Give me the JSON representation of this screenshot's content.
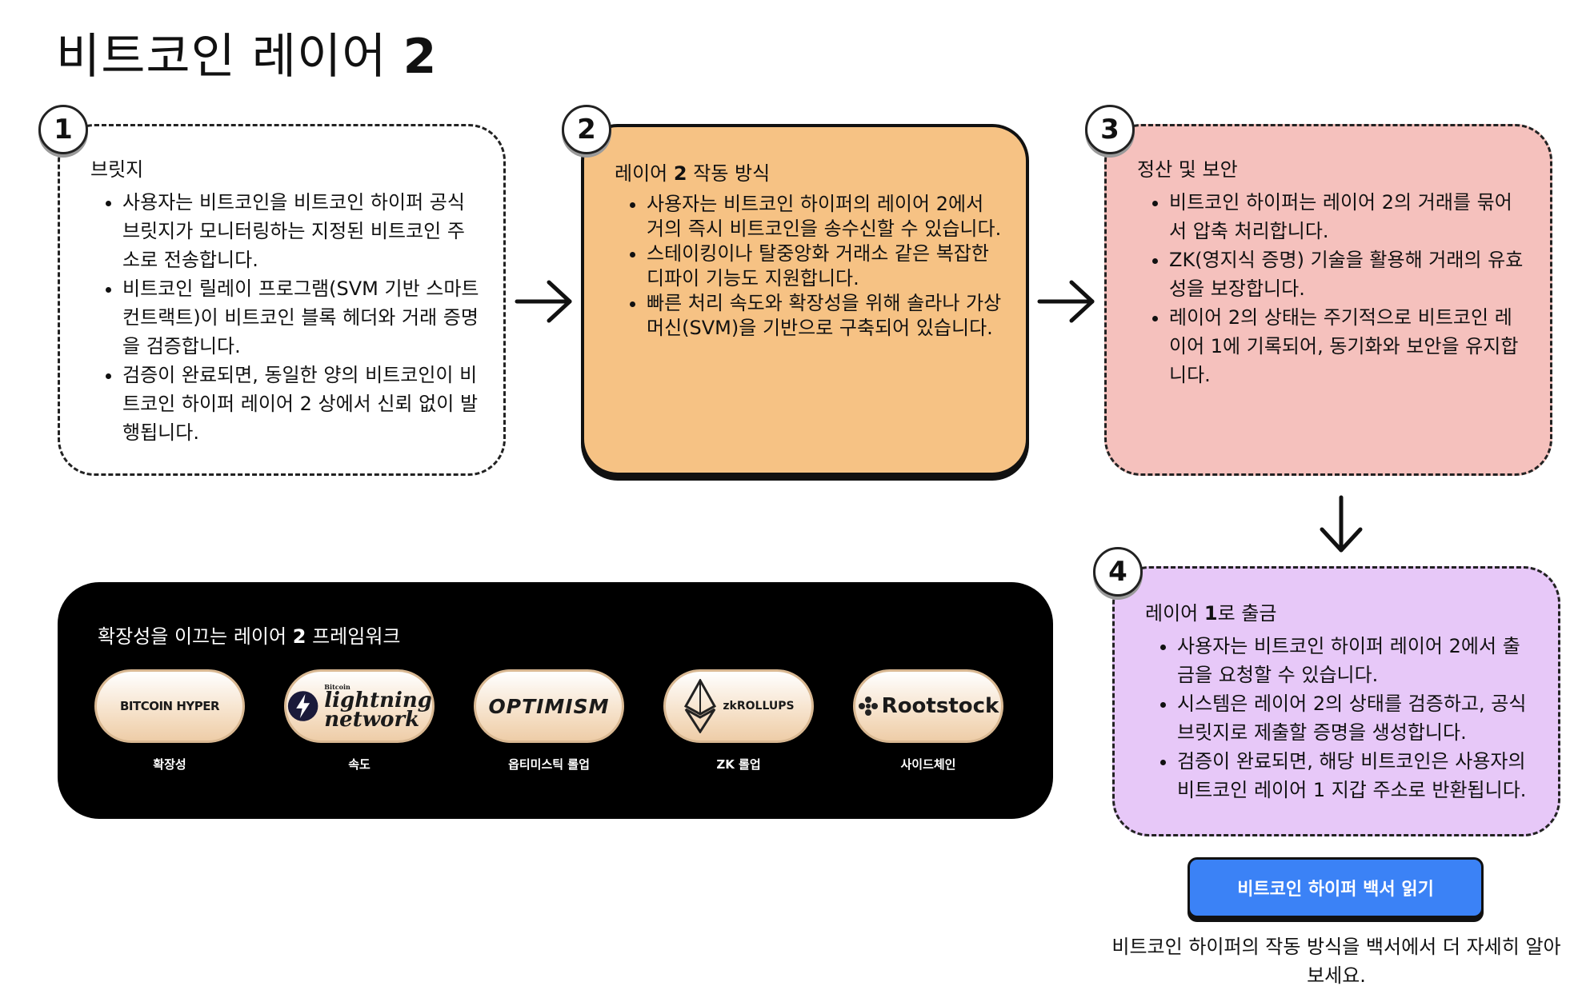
{
  "title": {
    "text": "비트코인 레이어",
    "num": "2"
  },
  "cards": [
    {
      "step": "1",
      "title": "브릿지",
      "items": [
        "사용자는 비트코인을 비트코인 하이퍼 공식 브릿지가 모니터링하는 지정된 비트코인 주소로 전송합니다.",
        "비트코인 릴레이 프로그램(SVM 기반 스마트 컨트랙트)이 비트코인 블록 헤더와 거래 증명을 검증합니다.",
        "검증이 완료되면, 동일한 양의 비트코인이 비트코인 하이퍼 레이어 2 상에서 신뢰 없이 발행됩니다."
      ]
    },
    {
      "step": "2",
      "title_pre": "레이어",
      "title_num": "2",
      "title_post": "작동 방식",
      "items": [
        "사용자는 비트코인 하이퍼의 레이어 2에서 거의 즉시 비트코인을 송수신할 수 있습니다.",
        "스테이킹이나 탈중앙화 거래소 같은 복잡한 디파이 기능도 지원합니다.",
        "빠른 처리 속도와 확장성을 위해 솔라나 가상머신(SVM)을 기반으로 구축되어 있습니다."
      ]
    },
    {
      "step": "3",
      "title": "정산 및 보안",
      "items": [
        "비트코인 하이퍼는 레이어 2의 거래를 묶어서 압축 처리합니다.",
        "ZK(영지식 증명) 기술을 활용해 거래의 유효성을 보장합니다.",
        "레이어 2의 상태는 주기적으로 비트코인 레이어 1에 기록되어, 동기화와 보안을 유지합니다."
      ]
    },
    {
      "step": "4",
      "title_pre": "레이어",
      "title_num": "1",
      "title_post": "로 출금",
      "items": [
        "사용자는 비트코인 하이퍼 레이어 2에서 출금을 요청할 수 있습니다.",
        "시스템은 레이어 2의 상태를 검증하고, 공식 브릿지로 제출할 증명을 생성합니다.",
        "검증이 완료되면, 해당 비트코인은 사용자의 비트코인 레이어 1 지갑 주소로 반환됩니다."
      ]
    }
  ],
  "framework": {
    "title_pre": "확장성을 이끄는",
    "title_mid": "레이어",
    "title_num": "2",
    "title_post": "프레임워크",
    "logos": [
      {
        "logo_text": "BITCOIN HYPER",
        "caption": "확장성",
        "icon": "bitcoin-hyper-logo"
      },
      {
        "logo_small": "Bitcoin",
        "logo_line1": "lightning",
        "logo_line2": "network",
        "caption": "속도",
        "icon": "lightning-bolt-icon"
      },
      {
        "logo_text": "OPTIMISM",
        "caption": "옵티미스틱 롤업",
        "icon": "optimism-logo"
      },
      {
        "logo_text": "zkROLLUPS",
        "caption": "ZK 롤업",
        "icon": "ethereum-diamond-icon"
      },
      {
        "logo_text": "Rootstock",
        "caption": "사이드체인",
        "icon": "rootstock-logo"
      }
    ]
  },
  "cta": {
    "label": "비트코인 하이퍼 백서 읽기",
    "color": "#3b82f6"
  },
  "caption": "비트코인 하이퍼의 작동 방식을 백서에서 더 자세히 알아보세요.",
  "colors": {
    "card1": "#ffffff",
    "card2": "#f6c284",
    "card3": "#f5c1bd",
    "card4": "#e7c8f8",
    "framework_bg": "#000000"
  }
}
